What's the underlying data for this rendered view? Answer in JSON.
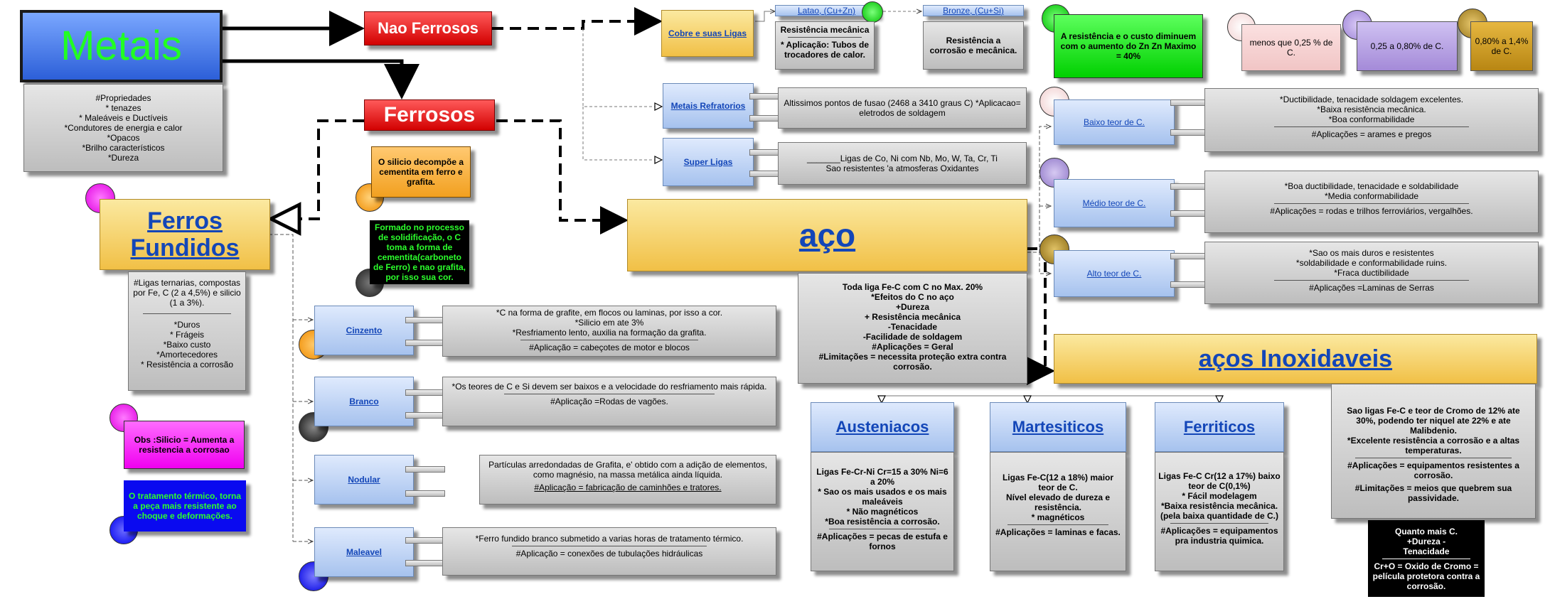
{
  "root": {
    "title": "Metais",
    "props": [
      "#Propriedades",
      "* tenazes",
      "* Maleáveis e Ductíveis",
      "*Condutores de energia e calor",
      "*Opacos",
      "*Brilho característicos",
      "*Dureza"
    ]
  },
  "nao_ferrosos": {
    "title": "Nao Ferrosos",
    "cobre": {
      "label": "Cobre e suas Ligas",
      "latao": {
        "label": "Latao, (Cu+Zn)",
        "line1": "Resistência mecânica",
        "line2": "* Aplicação: Tubos de trocadores de calor."
      },
      "bronze": {
        "label": "Bronze, (Cu+Si)",
        "text": "Resistência a corrosão e mecânica."
      },
      "zn_note": "A resistência e o custo diminuem com o aumento do Zn Zn Maximo = 40%"
    },
    "refratarios": {
      "label": "Metais Refratorios",
      "text": "Altissimos pontos de fusao (2468 a 3410 graus C) *Aplicacao= eletrodos de soldagem"
    },
    "superligas": {
      "label": "Super Ligas",
      "text1": "_______Ligas de Co, Ni com Nb, Mo, W, Ta, Cr, Ti",
      "text2": "Sao resistentes 'a atmosferas Oxidantes"
    }
  },
  "ferrosos": {
    "title": "Ferrosos",
    "silicio_note": "O silicio decompõe a cementita em ferro e grafita.",
    "formado_note": "Formado no processo de solidificação, o C toma a forma de cementita(carboneto de Ferro) e nao grafita, por isso sua cor."
  },
  "ferros_fundidos": {
    "title": "Ferros Fundidos",
    "text1": "#Ligas ternarias, compostas por Fe, C (2 a 4,5%) e silicio (1 a 3%).",
    "text2": [
      "*Duros",
      "* Frágeis",
      "*Baixo custo",
      "*Amortecedores",
      "* Resistência a corrosão"
    ],
    "obs": "Obs :Silicio = Aumenta a resistencia a corrosao",
    "tratamento": "O tratamento térmico, torna a peça mais resistente ao choque e deformações.",
    "cinzento": {
      "label": "Cinzento",
      "t1": "*C na forma de grafite, em flocos ou laminas, por isso a cor.",
      "t2": "*Silicio em ate 3%",
      "t3": "*Resfriamento lento, auxilia na formação da grafita.",
      "t4": "#Aplicação = cabeçotes de motor e blocos"
    },
    "branco": {
      "label": "Branco",
      "t1": "*Os teores de C e Si devem ser baixos e a velocidade do resfriamento mais rápida.",
      "t2": "#Aplicação =Rodas de vagões."
    },
    "nodular": {
      "label": "Nodular",
      "t1": "Partículas arredondadas de Grafita, e' obtido com a adição de elementos, como magnésio, na massa metálica ainda líquida.",
      "t2": "#Aplicação = fabricação de caminhões e tratores."
    },
    "maleavel": {
      "label": "Maleavel",
      "t1": "*Ferro fundido branco submetido a varias horas de tratamento térmico.",
      "t2": "#Aplicação = conexões de tubulações hidráulicas"
    }
  },
  "aco": {
    "title": "aço",
    "lines": [
      "Toda liga Fe-C com C no Max. 20%",
      "*Efeitos do C no aço",
      "+Dureza",
      "+ Resistência mecânica",
      "-Tenacidade",
      "-Facilidade de soldagem",
      "#Aplicações = Geral",
      "#Limitações = necessita proteção extra contra corrosão."
    ],
    "teores": {
      "baixo": {
        "label": "Baixo teor de C.",
        "t1": "*Ductibilidade, tenacidade soldagem excelentes.",
        "t2": "*Baixa resistência mecânica.",
        "t3": "*Boa conformabilidade",
        "t4": "#Aplicações = arames e pregos",
        "legend": "menos que 0,25 % de C."
      },
      "medio": {
        "label": "Médio teor de C.",
        "t1": "*Boa ductibilidade, tenacidade e soldabilidade",
        "t2": "*Media conformabilidade",
        "t3": "#Aplicações = rodas e trilhos ferroviários, vergalhões.",
        "legend": "0,25 a 0,80% de C."
      },
      "alto": {
        "label": "Alto teor de C.",
        "t1": "*Sao os mais duros e resistentes",
        "t2": "*soldabilidade e conformabilidade ruins.",
        "t3": "*Fraca ductibilidade",
        "t4": "#Aplicações =Laminas de Serras",
        "legend": "0,80% a 1,4% de C."
      }
    }
  },
  "inox": {
    "title": "aços Inoxidaveis",
    "desc1": "Sao ligas Fe-C e teor de Cromo de 12% ate 30%, podendo ter niquel ate 22% e ate Malibdenio.",
    "desc2": "*Excelente resistência a corrosão e a altas temperaturas.",
    "desc3": "#Aplicações = equipamentos resistentes a corrosão.",
    "desc4": "#Limitações = meios que quebrem sua passividade.",
    "quanto": "Quanto mais C. +Dureza -Tenacidade",
    "crox": "Cr+O = Oxido de Cromo = película protetora contra a corrosão.",
    "austeniacos": {
      "label": "Austeniacos",
      "t1": "Ligas Fe-Cr-Ni Cr=15 a 30% Ni=6 a 20%",
      "t2": "* Sao os mais usados e os mais maleáveis",
      "t3": "* Não magnéticos",
      "t4": "*Boa resistência a corrosão.",
      "t5": "#Aplicações = pecas de estufa e fornos"
    },
    "martesiticos": {
      "label": "Martesiticos",
      "t1": "Ligas Fe-C(12 a 18%) maior teor de C.",
      "t2": "Nível elevado de dureza e resistência.",
      "t3": "* magnéticos",
      "t4": "#Aplicações = laminas e facas."
    },
    "ferriticos": {
      "label": "Ferriticos",
      "t1": "Ligas Fe-C Cr(12 a 17%) baixo teor de C(0,1%)",
      "t2": "* Fácil modelagem",
      "t3": "*Baixa resistência mecânica.(pela baixa quantidade de C.)",
      "t4": "#Aplicações = equipamentos pra industria quimica."
    }
  }
}
